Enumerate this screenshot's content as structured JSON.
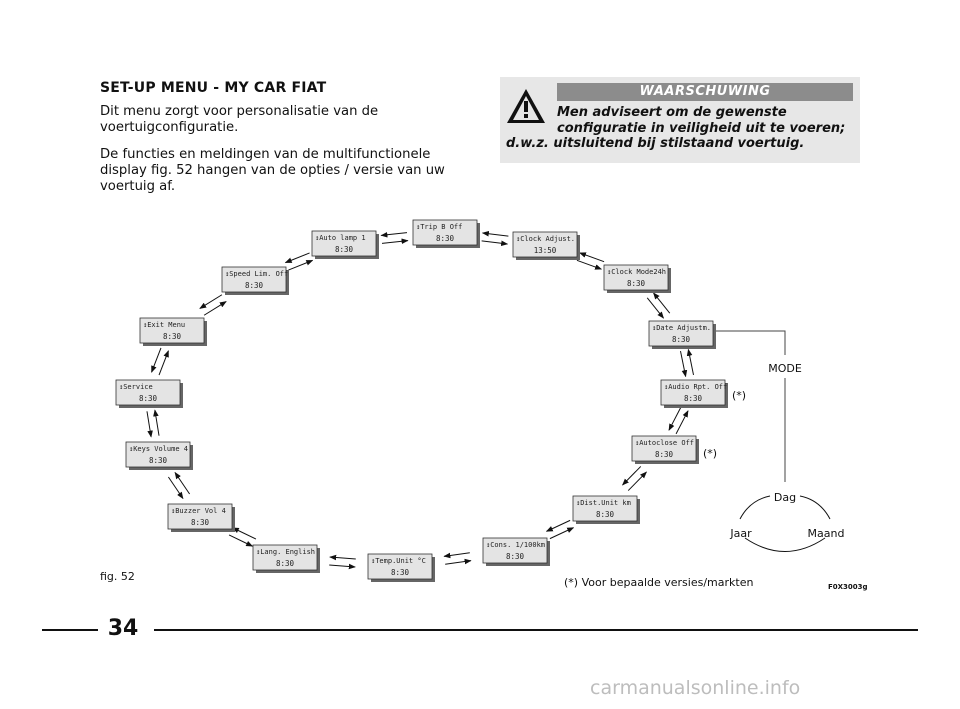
{
  "section_title": "SET-UP MENU - MY CAR FIAT",
  "intro_paragraph": "Dit menu zorgt voor personalisatie van de voertuigconfiguratie.",
  "functions_paragraph": "De functies en meldingen van de multifunctionele display fig. 52 hangen van de opties / versie van uw voertuig af.",
  "warning": {
    "heading": "WAARSCHUWING",
    "line1": "Men adviseert om de gewenste",
    "line2": "configuratie in veiligheid uit te voeren;",
    "line3": "d.w.z. uitsluitend bij stilstaand voertuig."
  },
  "menu_items": [
    {
      "label": "Trip B     Off",
      "time": "8:30"
    },
    {
      "label": "Clock Adjust.",
      "time": "13:50"
    },
    {
      "label": "Clock Mode24h",
      "time": "8:30"
    },
    {
      "label": "Date Adjustm.",
      "time": "8:30"
    },
    {
      "label": "Audio Rpt.  Off",
      "time": "8:30"
    },
    {
      "label": "Autoclose   Off",
      "time": "8:30"
    },
    {
      "label": "Dist.Unit km",
      "time": "8:30"
    },
    {
      "label": "Cons. 1/100km",
      "time": "8:30"
    },
    {
      "label": "Temp.Unit °C",
      "time": "8:30"
    },
    {
      "label": "Lang. English",
      "time": "8:30"
    },
    {
      "label": "Buzzer Vol 4",
      "time": "8:30"
    },
    {
      "label": "Keys Volume 4",
      "time": "8:30"
    },
    {
      "label": "Service",
      "time": "8:30"
    },
    {
      "label": "Exit Menu",
      "time": "8:30"
    },
    {
      "label": "Speed Lim. Off",
      "time": "8:30"
    },
    {
      "label": "Auto lamp 1",
      "time": "8:30"
    }
  ],
  "optional_marker": "(*)",
  "mode_label": "MODE",
  "selector": {
    "top": "Dag",
    "left": "Jaar",
    "right": "Maand"
  },
  "figure_label": "fig. 52",
  "footnote": "(*) Voor bepaalde versies/markten",
  "figure_code": "F0X3003g",
  "page_number": "34",
  "watermark": "carmanualsonline.info"
}
